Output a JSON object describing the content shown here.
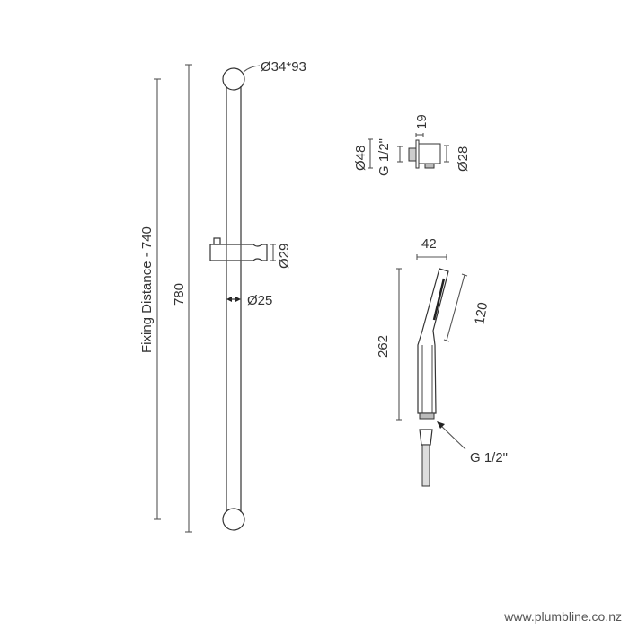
{
  "drawing": {
    "rail": {
      "fixing_distance_label": "Fixing Distance - 740",
      "length_label": "780",
      "end_cap_label": "Ø34*93",
      "holder_label": "Ø29",
      "rail_diameter_label": "Ø25"
    },
    "wall_outlet": {
      "depth_label": "19",
      "flange_label": "Ø48",
      "thread_label": "G 1/2\"",
      "body_label": "Ø28"
    },
    "handset": {
      "width_label": "42",
      "head_length_label": "120",
      "total_length_label": "262",
      "connection_label": "G 1/2\""
    }
  },
  "watermark": "www.plumbline.co.nz"
}
